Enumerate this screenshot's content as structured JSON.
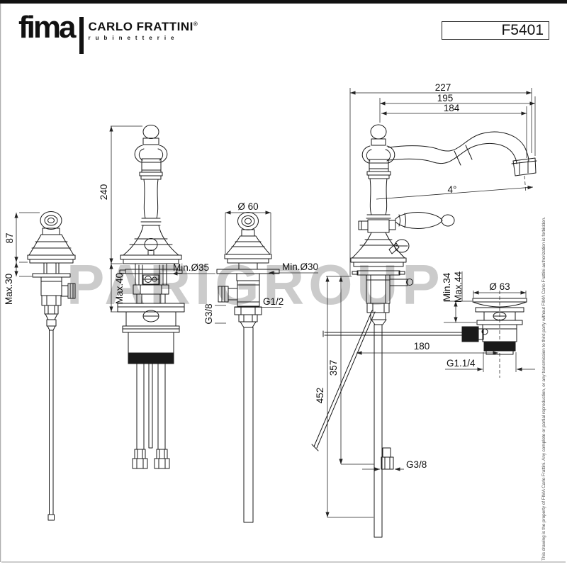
{
  "page": {
    "model_code": "F5401",
    "watermark": "PARIGROUP",
    "disclaimer": "This drawing is the property of FIMA Carlo Frattini. Any complete or partial reproduction, or any transmission to third party without FIMA Carlo Frattini authorization is forbidden."
  },
  "logo": {
    "brand": "fima",
    "name": "CARLO FRATTINI",
    "reg": "®",
    "tagline": "rubinetterie"
  },
  "dims": {
    "fig1_height": "87",
    "fig1_deck": "Max.30",
    "fig2_height": "240",
    "fig2_deck": "Max.40",
    "fig2_hole": "Min.Ø35",
    "fig3_diameter": "Ø 60",
    "fig3_hole": "Min.Ø30",
    "fig3_outlet": "G1/2",
    "fig3_inlet": "G3/8",
    "fig4_reach_total": "227",
    "fig4_reach_mid": "195",
    "fig4_reach_spout": "184",
    "fig4_angle": "4°",
    "fig4_popup_min": "Min.34",
    "fig4_popup_max": "Max.44",
    "fig4_drain_diameter": "Ø 63",
    "fig4_drain_offset": "180",
    "fig4_drain_thread": "G1.1/4",
    "fig4_rod_length": "357",
    "fig4_hose_length": "452",
    "fig4_inlet": "G3/8"
  },
  "colors": {
    "line": "#1a1a1a",
    "dim": "#222222",
    "watermark": "#cbcbcb",
    "bar": "#111111"
  }
}
